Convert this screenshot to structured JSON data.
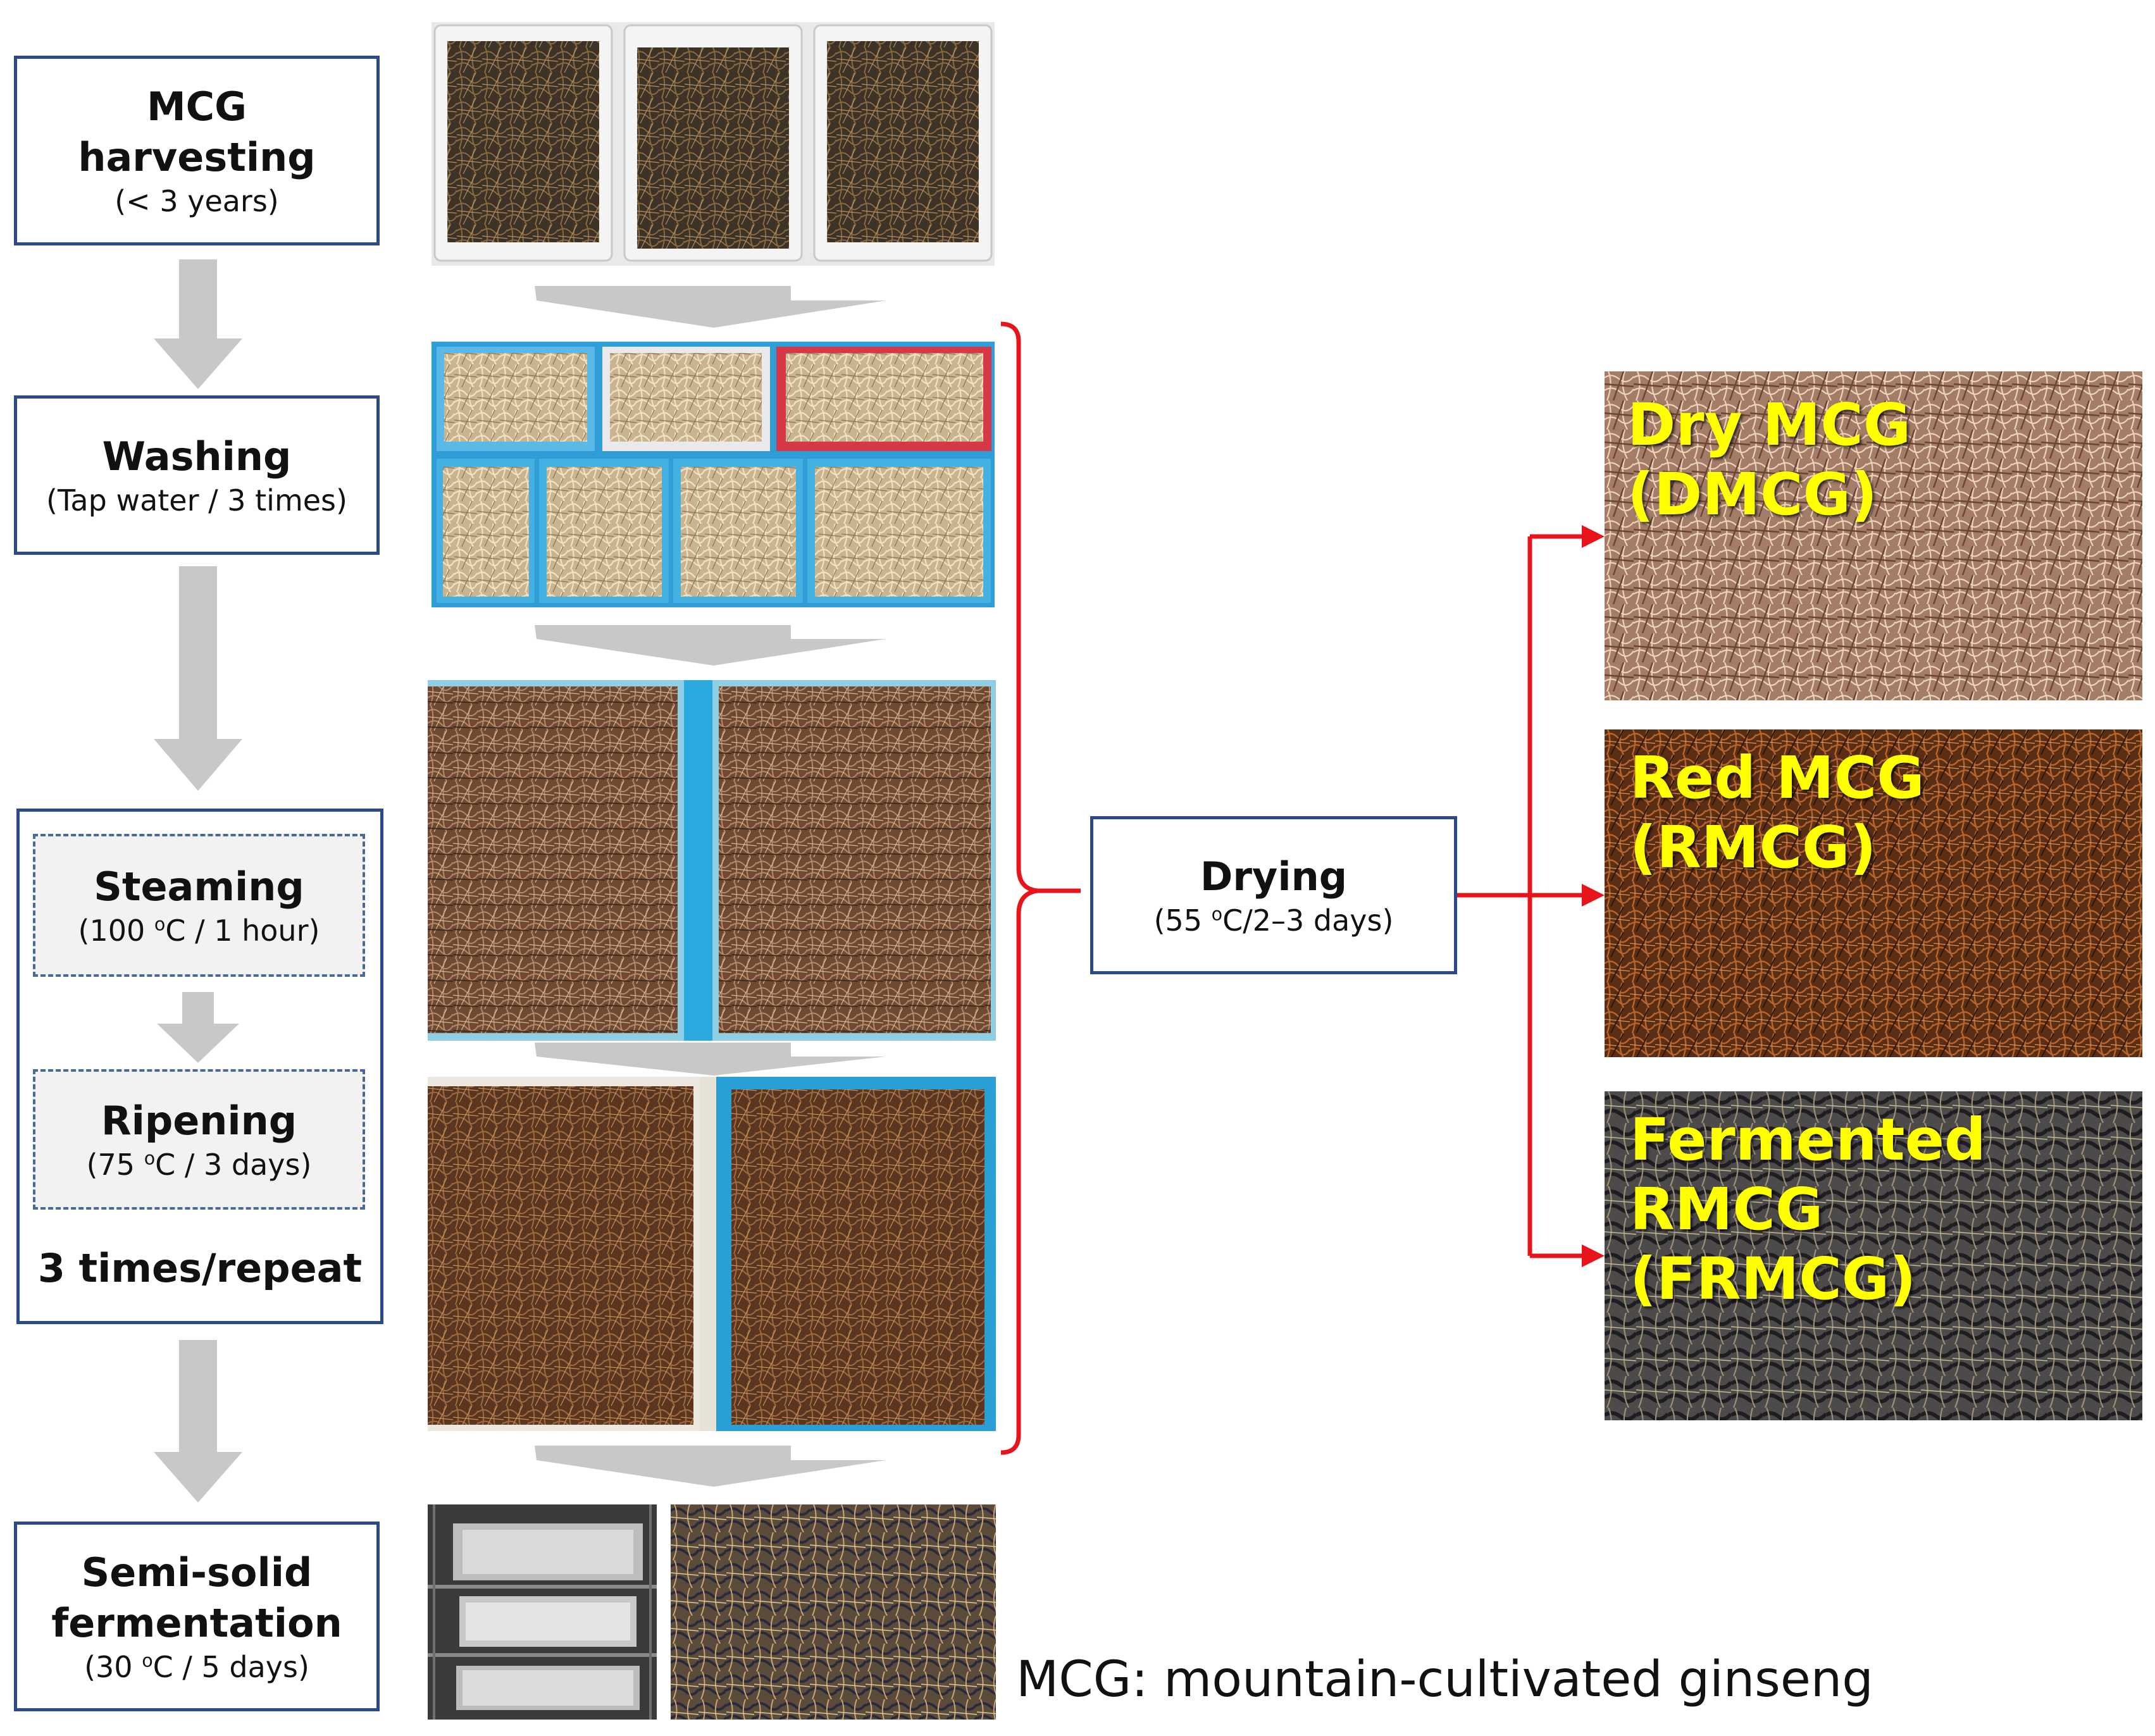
{
  "steps": {
    "harvest": {
      "title_line1": "MCG",
      "title_line2": "harvesting",
      "detail": "(< 3 years)"
    },
    "washing": {
      "title": "Washing",
      "detail": "(Tap water / 3 times)"
    },
    "steaming": {
      "title": "Steaming",
      "detail_pre": "(100 ",
      "detail_unit": "o",
      "detail_post": "C / 1 hour)"
    },
    "ripening": {
      "title": "Ripening",
      "detail_pre": "(75 ",
      "detail_unit": "o",
      "detail_post": "C / 3 days)"
    },
    "repeat": "3 times/repeat",
    "fermentation": {
      "title_line1": "Semi-solid",
      "title_line2": "fermentation",
      "detail_pre": "(30 ",
      "detail_unit": "o",
      "detail_post": "C / 5 days)"
    },
    "drying": {
      "title": "Drying",
      "detail_pre": "(55 ",
      "detail_unit": "o",
      "detail_post": "C/2–3 days)"
    }
  },
  "products": [
    {
      "line1": "Dry MCG",
      "line2": "(DMCG)"
    },
    {
      "line1": "Red MCG",
      "line2": "(RMCG)"
    },
    {
      "line1": "Fermented RMCG",
      "line2": "(FRMCG)"
    }
  ],
  "footnote": "MCG: mountain-cultivated ginseng",
  "colors": {
    "box_border": "#2c4a87",
    "arrow_gray": "#c8c8c8",
    "bracket_red": "#e8141c",
    "label_yellow": "#ffff00",
    "basket_blue": "#1ea5d8"
  }
}
